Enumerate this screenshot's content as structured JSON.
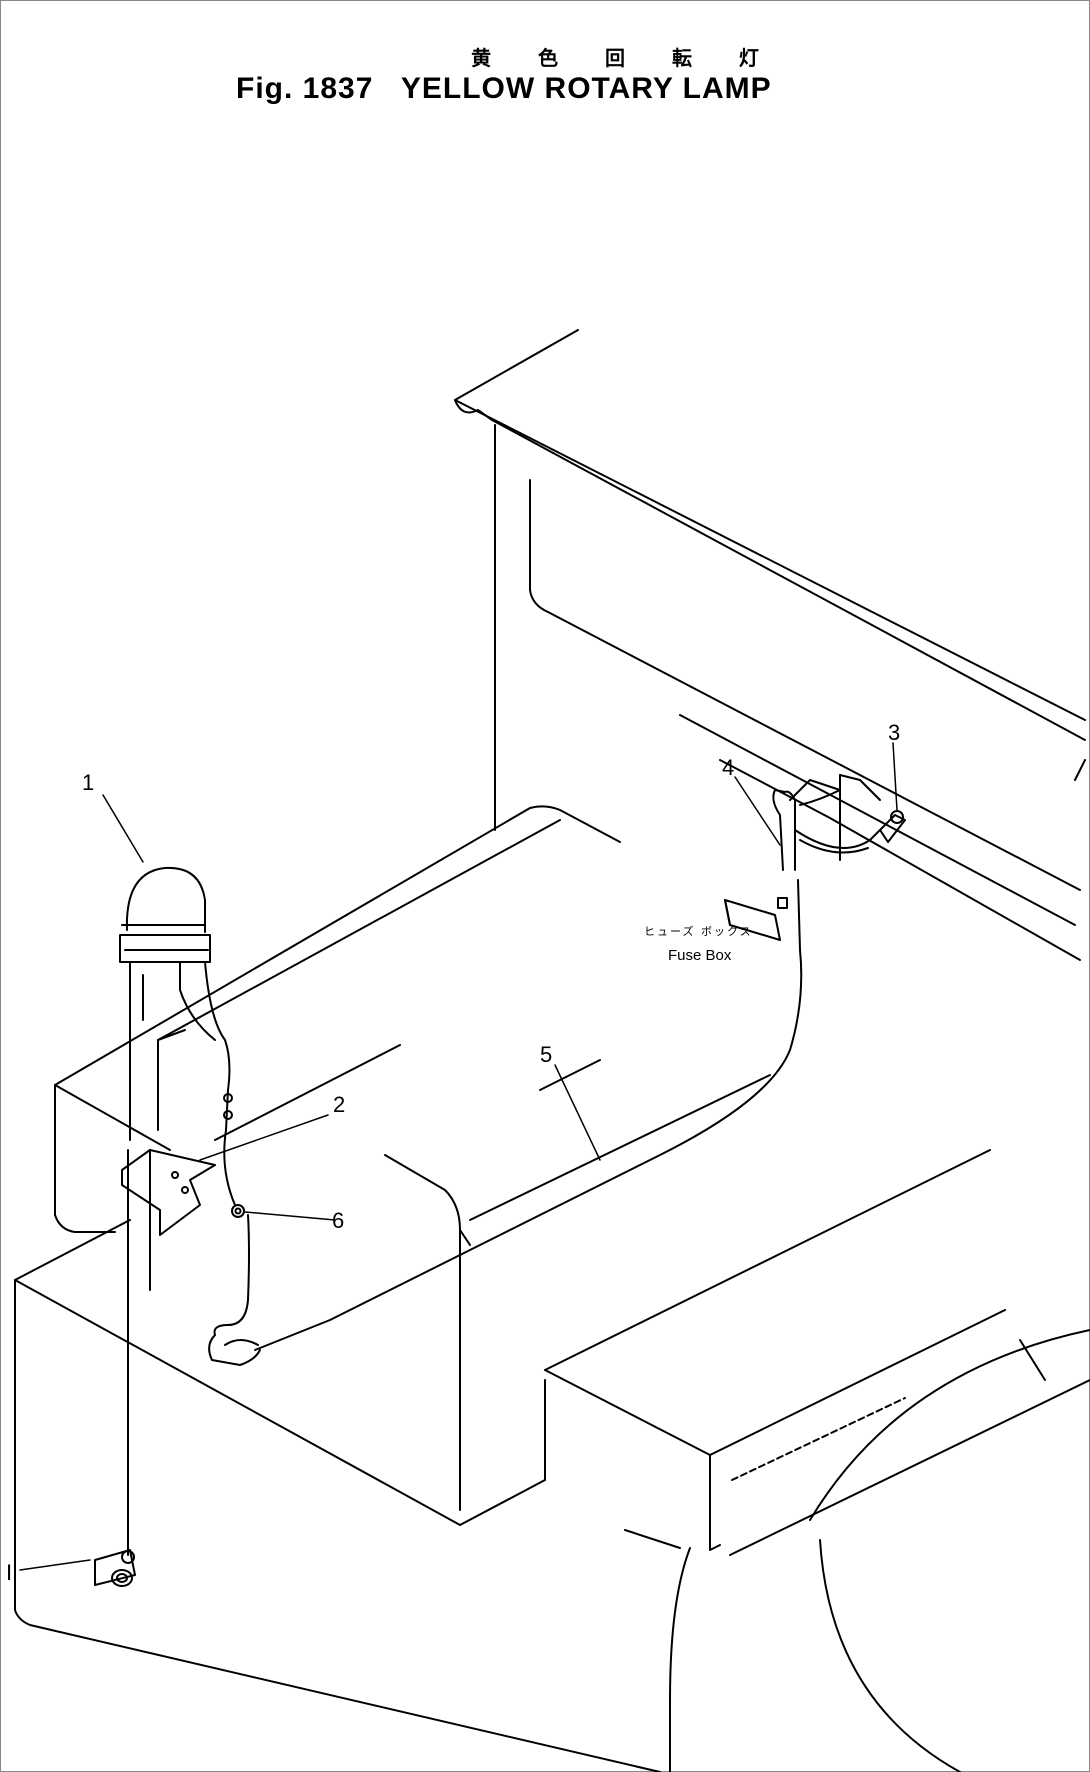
{
  "title": {
    "japanese": "黄 色 回 転 灯",
    "figure": "Fig. 1837",
    "english": "YELLOW ROTARY LAMP"
  },
  "callouts": [
    "1",
    "2",
    "3",
    "4",
    "5",
    "6",
    "I"
  ],
  "labels": {
    "fuse_box_jp": "ヒューズ ボックス",
    "fuse_box_en": "Fuse Box"
  }
}
